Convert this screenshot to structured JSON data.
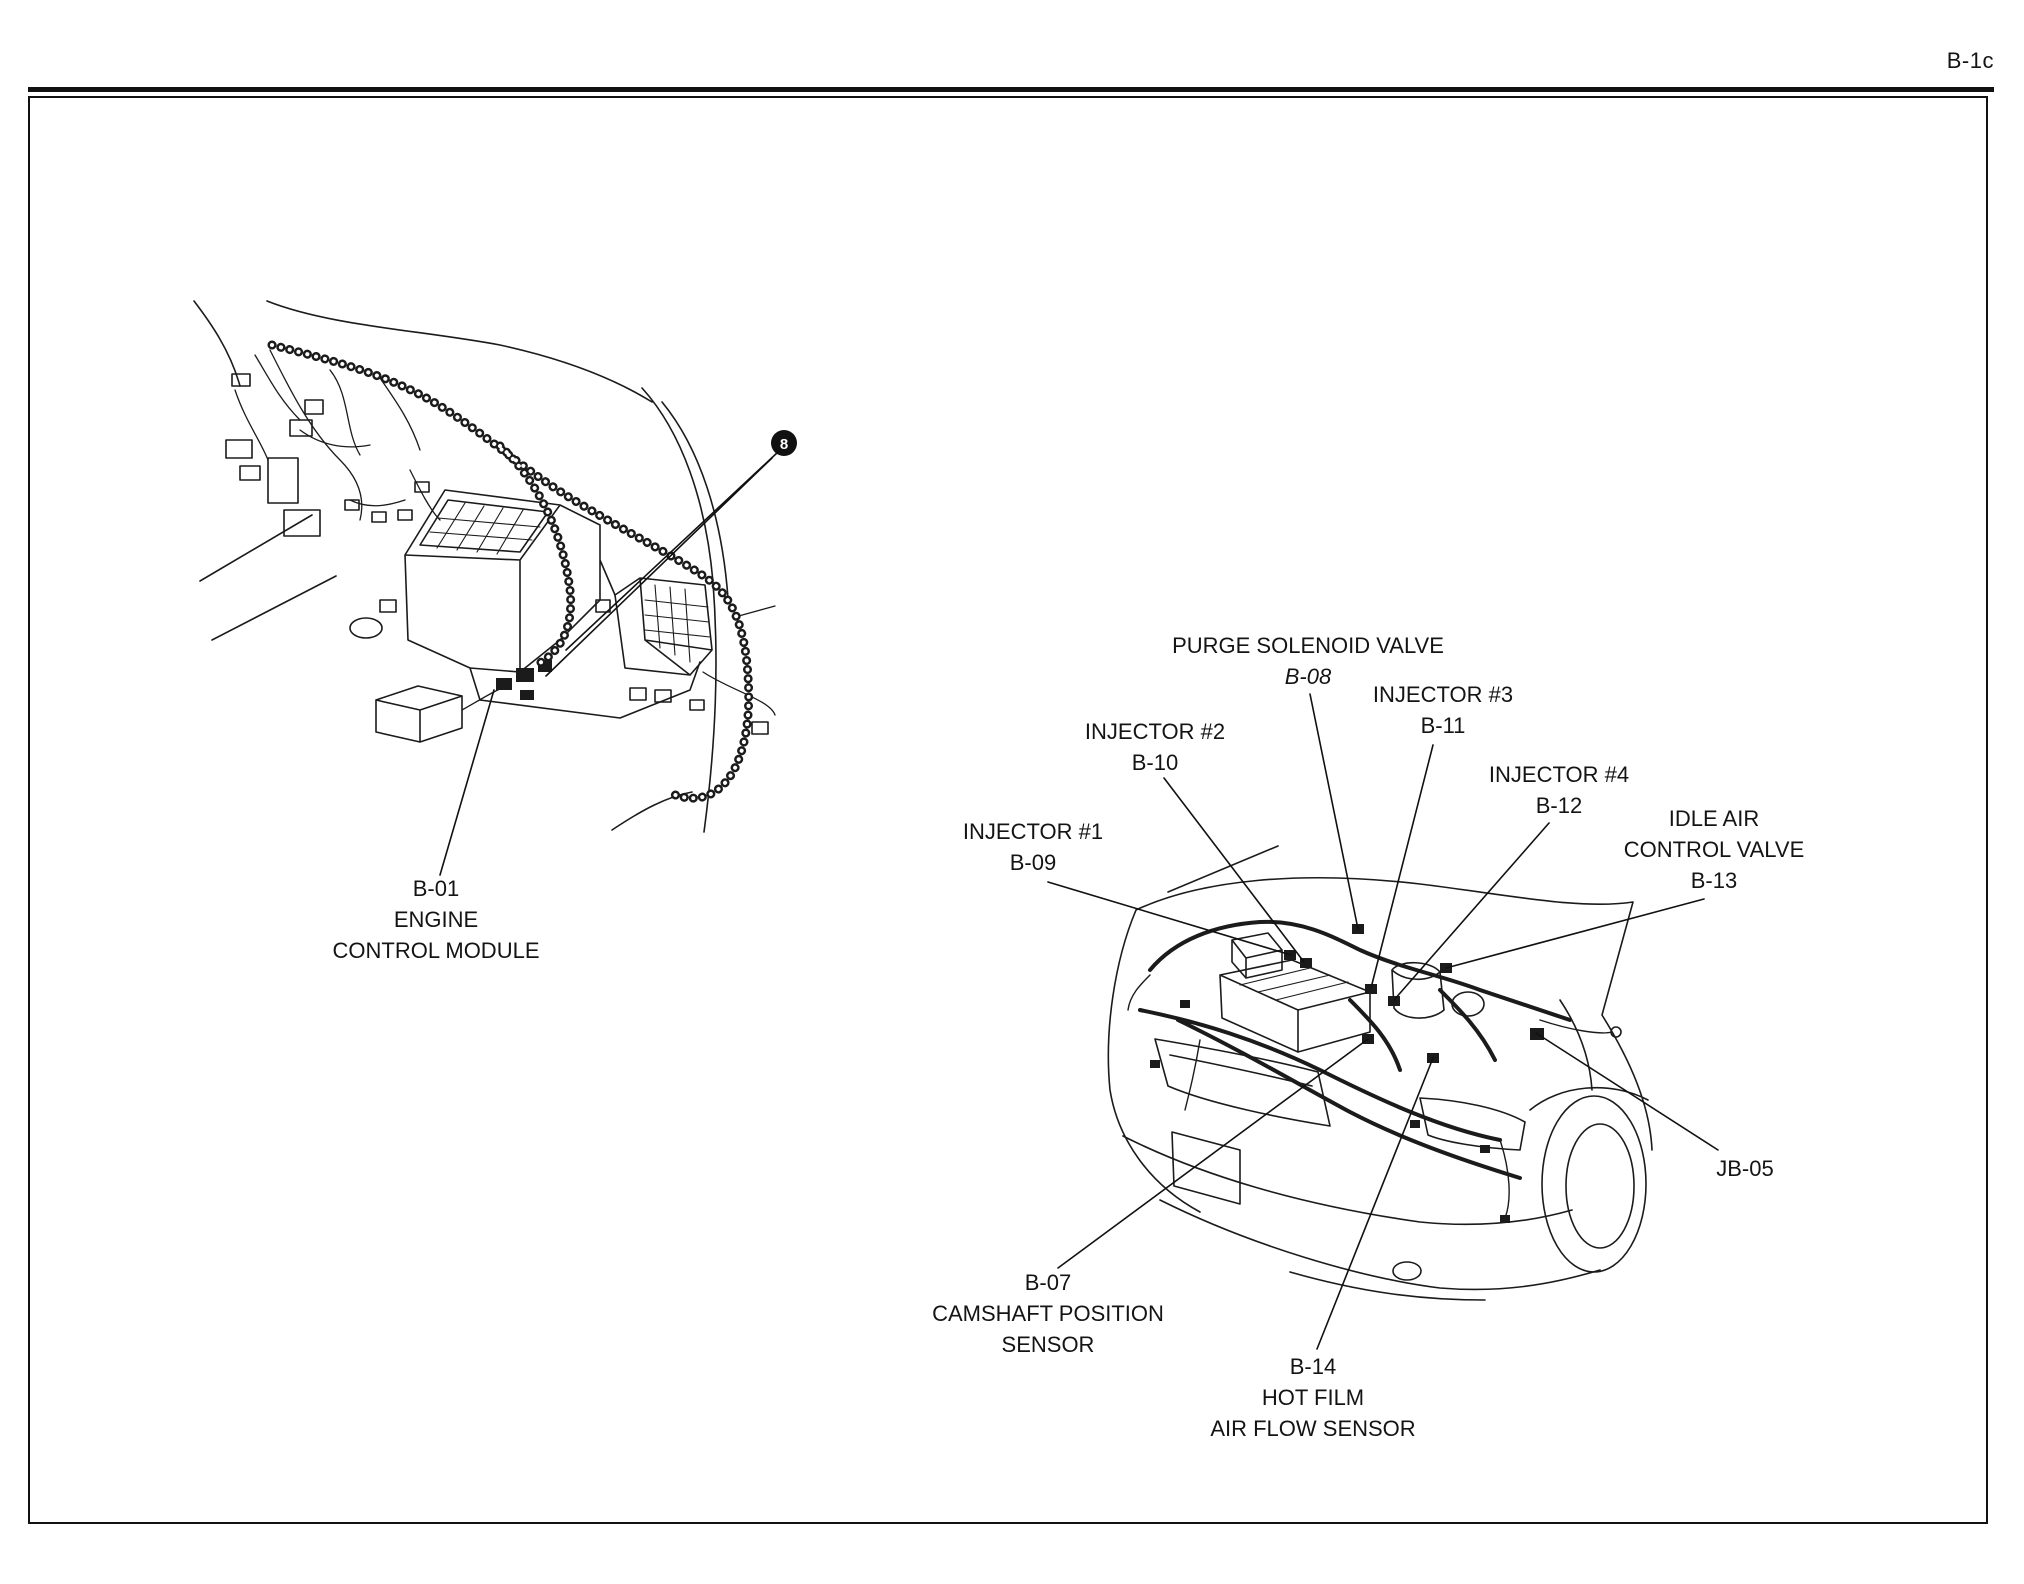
{
  "page": {
    "label": "B-1c"
  },
  "left_diagram": {
    "marker": "8",
    "ecm": {
      "code": "B-01",
      "name": [
        "ENGINE",
        "CONTROL MODULE"
      ]
    }
  },
  "right_diagram": {
    "purge": {
      "code": "B-08",
      "name": [
        "PURGE SOLENOID VALVE"
      ]
    },
    "injector_3": {
      "code": "B-11",
      "name": [
        "INJECTOR #3"
      ]
    },
    "injector_2": {
      "code": "B-10",
      "name": [
        "INJECTOR #2"
      ]
    },
    "injector_4": {
      "code": "B-12",
      "name": [
        "INJECTOR #4"
      ]
    },
    "idle_air": {
      "code": "B-13",
      "name": [
        "IDLE AIR",
        "CONTROL VALVE"
      ]
    },
    "injector_1": {
      "code": "B-09",
      "name": [
        "INJECTOR #1"
      ]
    },
    "junction_block": {
      "code": "JB-05"
    },
    "camshaft": {
      "code": "B-07",
      "name": [
        "CAMSHAFT POSITION",
        "SENSOR"
      ]
    },
    "maf": {
      "code": "B-14",
      "name": [
        "HOT FILM",
        "AIR FLOW SENSOR"
      ]
    }
  }
}
